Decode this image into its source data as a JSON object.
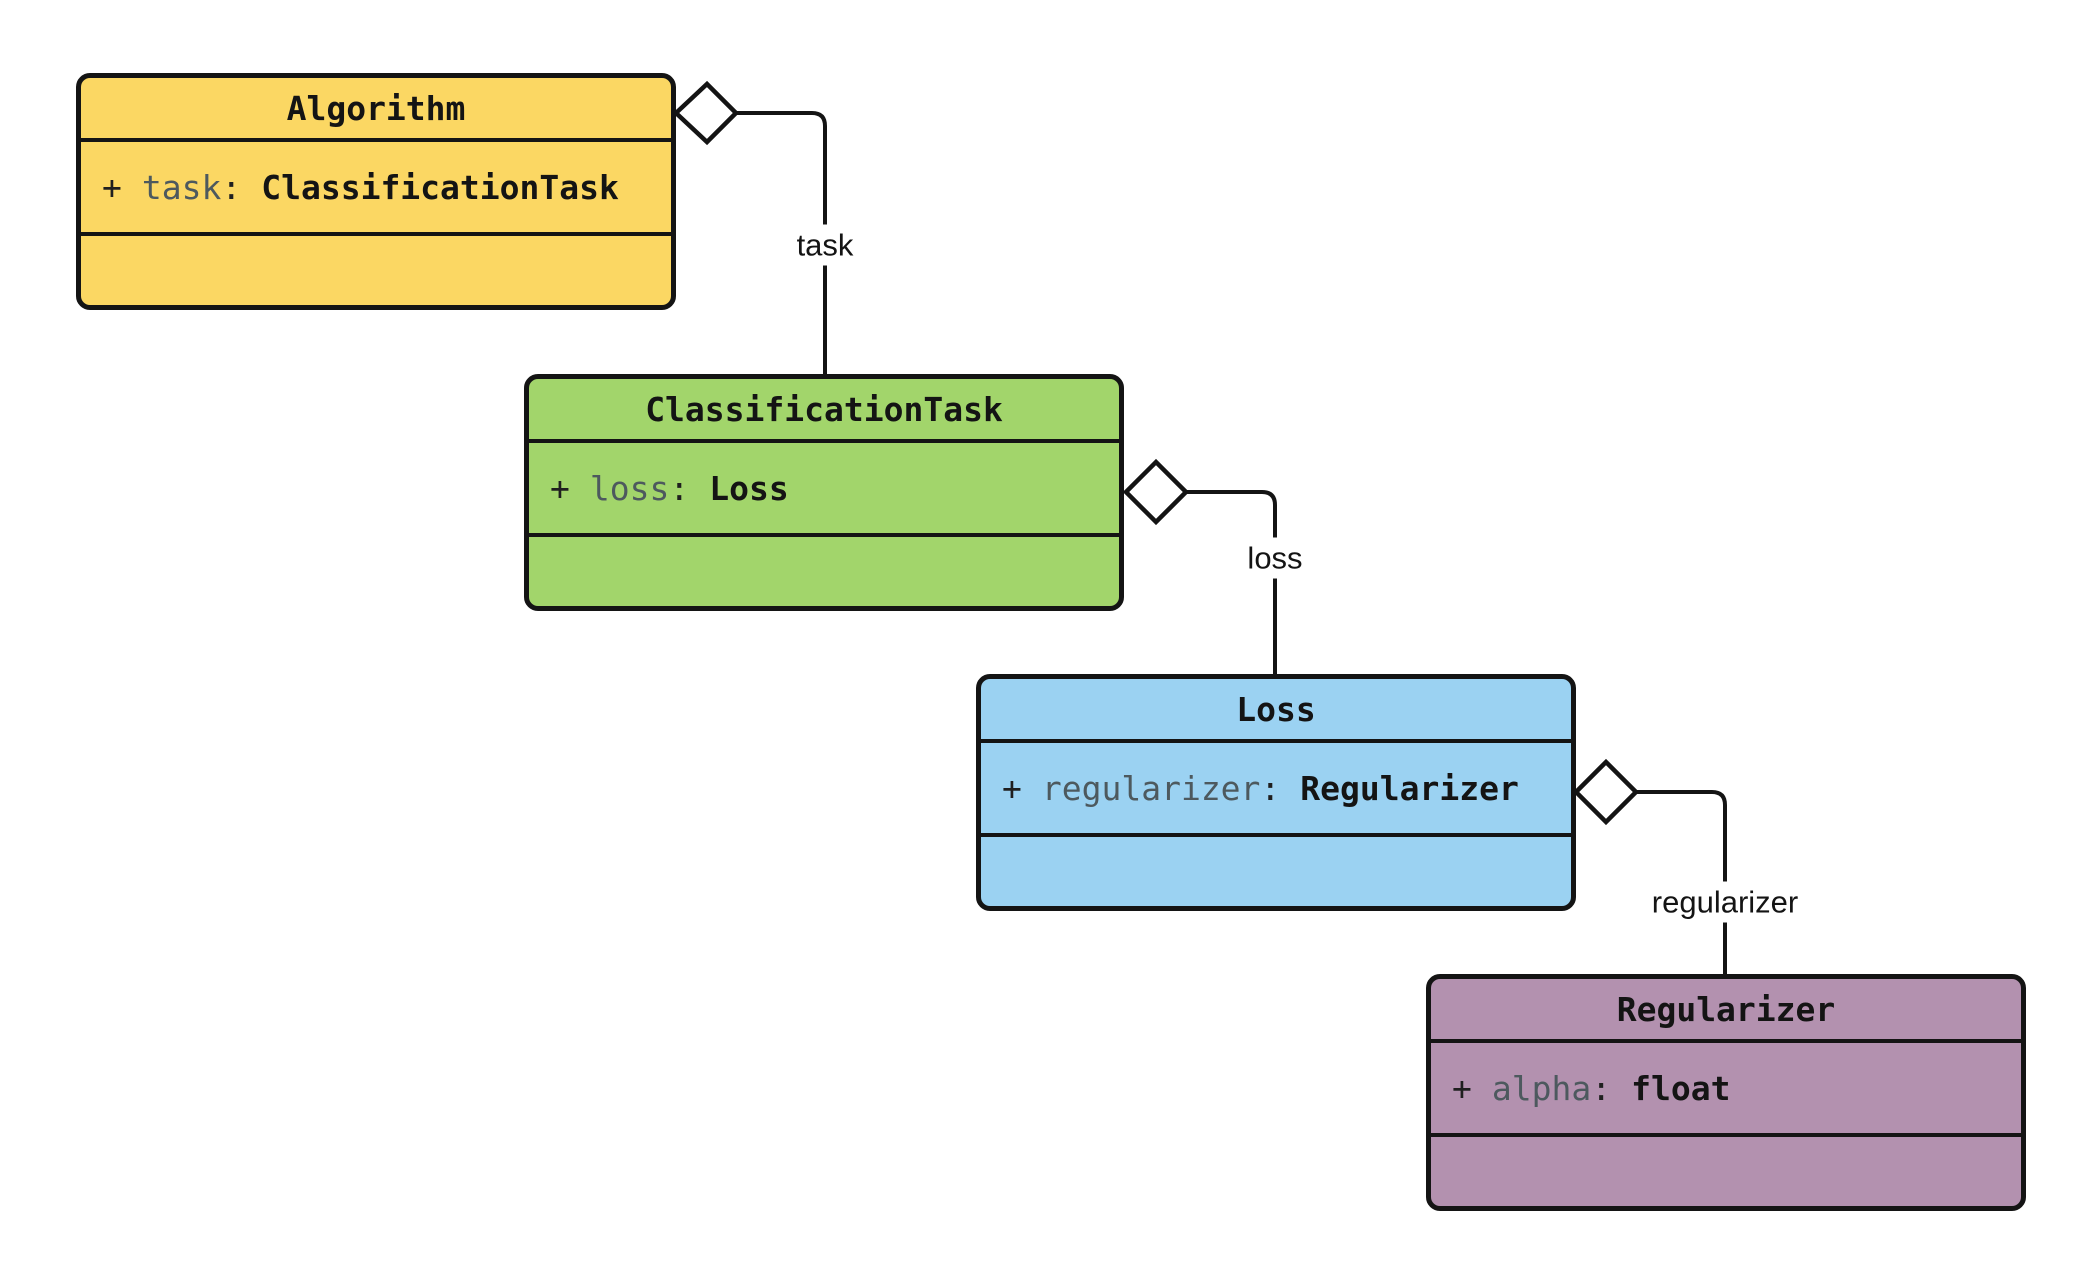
{
  "diagram": {
    "kind": "uml-class-diagram",
    "colors": {
      "background": "#ffffff",
      "ink": "#141414",
      "attribute_name_text": "#4d595e",
      "algorithm_fill": "#fbd763",
      "classification_task_fill": "#a2d56b",
      "loss_fill": "#9bd2f2",
      "regularizer_fill": "#b391af"
    },
    "classes": [
      {
        "name": "Algorithm",
        "fill": "#fbd763",
        "attribute": {
          "visibility": "+",
          "name": "task",
          "colon": ":",
          "type": "ClassificationTask"
        }
      },
      {
        "name": "ClassificationTask",
        "fill": "#a2d56b",
        "attribute": {
          "visibility": "+",
          "name": "loss",
          "colon": ":",
          "type": "Loss"
        }
      },
      {
        "name": "Loss",
        "fill": "#9bd2f2",
        "attribute": {
          "visibility": "+",
          "name": "regularizer",
          "colon": ":",
          "type": "Regularizer"
        }
      },
      {
        "name": "Regularizer",
        "fill": "#b391af",
        "attribute": {
          "visibility": "+",
          "name": "alpha",
          "colon": ":",
          "type": "float"
        }
      }
    ],
    "relations": [
      {
        "label": "task",
        "kind": "aggregation",
        "from": "Algorithm",
        "to": "ClassificationTask"
      },
      {
        "label": "loss",
        "kind": "aggregation",
        "from": "ClassificationTask",
        "to": "Loss"
      },
      {
        "label": "regularizer",
        "kind": "aggregation",
        "from": "Loss",
        "to": "Regularizer"
      }
    ]
  }
}
